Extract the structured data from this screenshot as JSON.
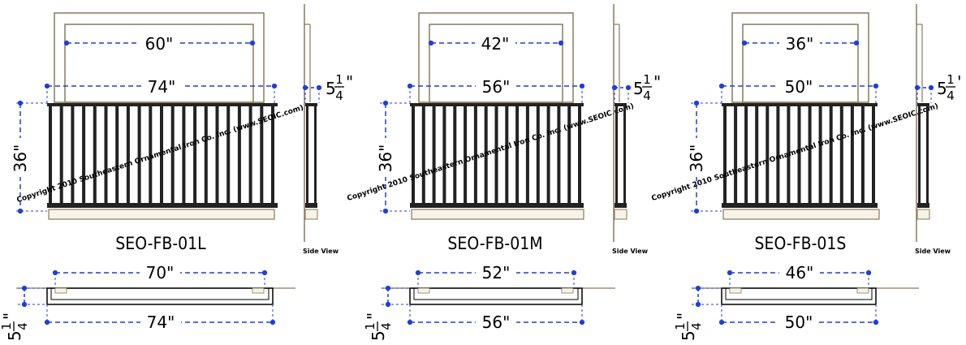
{
  "colors": {
    "frame": "#8a7a5a",
    "dimension": "#1f3fd8",
    "bars": "#222222",
    "ink": "#000000",
    "sill": "#f7f3e8"
  },
  "views": [
    {
      "model": "SEO-FB-01L",
      "opening_width": "60\"",
      "railing_width": "74\"",
      "railing_height": "36\"",
      "depth_whole": "5",
      "depth_num": "1",
      "depth_den": "4",
      "depth_unit": "\"",
      "side_view_label": "Side View",
      "plan_top_width": "70\"",
      "plan_bottom_width": "74\"",
      "plan_depth_whole": "5",
      "plan_depth_num": "1",
      "plan_depth_den": "4",
      "plan_depth_unit": "\"",
      "watermark": "Copyright 2010 Southeastern Ornamental Iron Co. Inc. (www.SEOIC.com)",
      "bar_count": 21
    },
    {
      "model": "SEO-FB-01M",
      "opening_width": "42\"",
      "railing_width": "56\"",
      "railing_height": "36\"",
      "depth_whole": "5",
      "depth_num": "1",
      "depth_den": "4",
      "depth_unit": "\"",
      "side_view_label": "Side View",
      "plan_top_width": "52\"",
      "plan_bottom_width": "56\"",
      "plan_depth_whole": "5",
      "plan_depth_num": "1",
      "plan_depth_den": "4",
      "plan_depth_unit": "\"",
      "watermark": "Copyright 2010 Southeastern Ornamental Iron Co. Inc. (www.SEOIC.com)",
      "bar_count": 17
    },
    {
      "model": "SEO-FB-01S",
      "opening_width": "36\"",
      "railing_width": "50\"",
      "railing_height": "36\"",
      "depth_whole": "5",
      "depth_num": "1",
      "depth_den": "4",
      "depth_unit": "'",
      "side_view_label": "Side View",
      "plan_top_width": "46\"",
      "plan_bottom_width": "50\"",
      "plan_depth_whole": "5",
      "plan_depth_num": "1",
      "plan_depth_den": "4",
      "plan_depth_unit": "\"",
      "watermark": "Copyright 2010 Southeastern Ornamental Iron Co. Inc. (www.SEOIC.com)",
      "bar_count": 15
    }
  ]
}
